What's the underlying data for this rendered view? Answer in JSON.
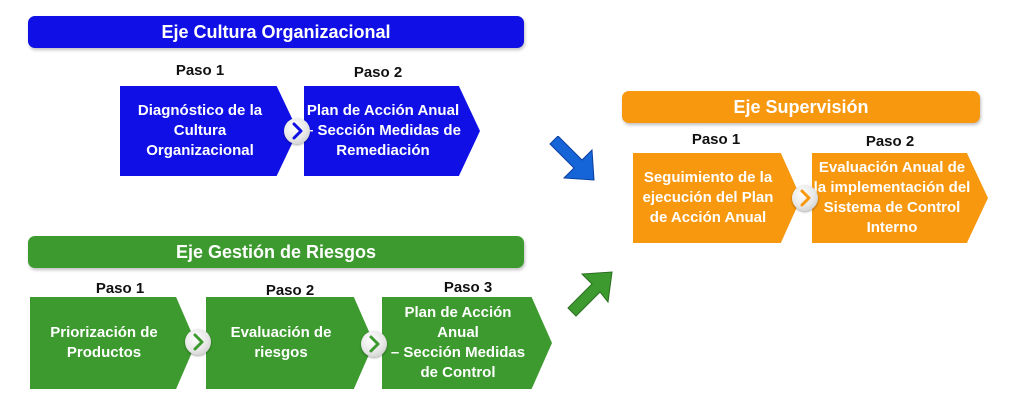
{
  "colors": {
    "cultura": "#1010E6",
    "gestion": "#3C9A2E",
    "supervision": "#F7980F",
    "arrow_blue": "#1565D8",
    "arrow_green": "#3C9A2E"
  },
  "cultura": {
    "title": "Eje Cultura Organizacional",
    "steps": [
      {
        "paso": "Paso 1",
        "lines": [
          "Diagnóstico de la",
          "Cultura",
          "Organizacional"
        ]
      },
      {
        "paso": "Paso 2",
        "lines": [
          "Plan de Acción Anual",
          "– Sección Medidas de",
          "Remediación"
        ]
      }
    ]
  },
  "gestion": {
    "title": "Eje Gestión de Riesgos",
    "steps": [
      {
        "paso": "Paso 1",
        "lines": [
          "Priorización de",
          "Productos"
        ]
      },
      {
        "paso": "Paso 2",
        "lines": [
          "Evaluación de",
          "riesgos"
        ]
      },
      {
        "paso": "Paso 3",
        "lines": [
          "Plan de Acción Anual",
          "– Sección Medidas",
          "de Control"
        ]
      }
    ]
  },
  "supervision": {
    "title": "Eje Supervisión",
    "steps": [
      {
        "paso": "Paso 1",
        "lines": [
          "Seguimiento de la",
          "ejecución del Plan",
          "de Acción Anual"
        ]
      },
      {
        "paso": "Paso 2",
        "lines": [
          "Evaluación Anual de",
          "la implementación del",
          "Sistema de Control",
          "Interno"
        ]
      }
    ]
  },
  "icons": {
    "connector": "chevron-right-icon",
    "flow_arrow_down": "arrow-down-right-icon",
    "flow_arrow_up": "arrow-up-right-icon"
  }
}
